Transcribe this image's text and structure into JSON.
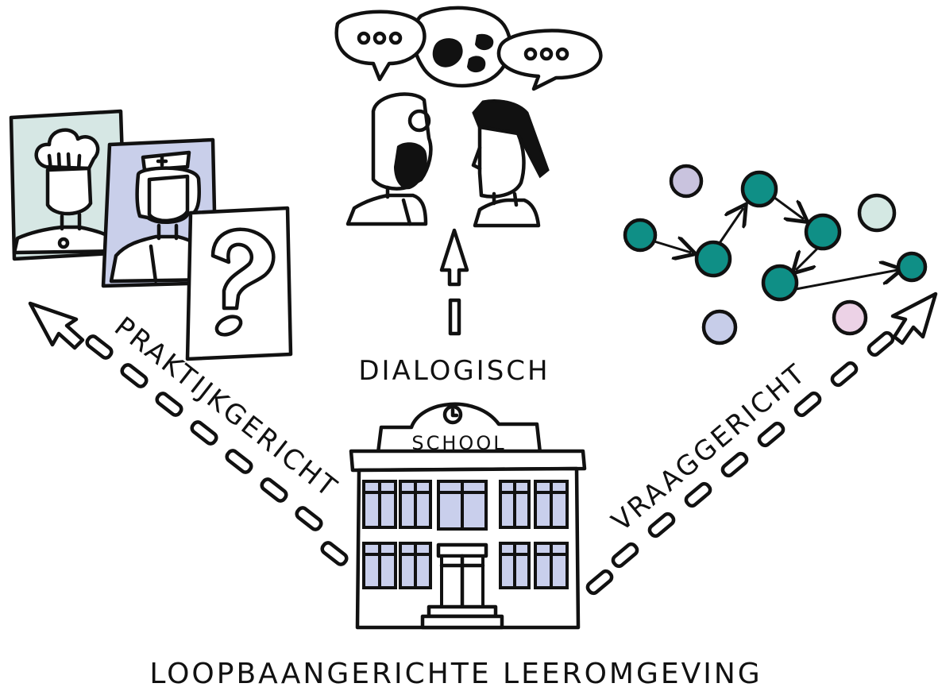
{
  "diagram": {
    "school_sign": "SCHOOL",
    "top_label": "DIALOGISCH",
    "left_label": "PRAKTIJKGERICHT",
    "right_label": "VRAAGGERICHT",
    "bottom_label": "LOOPBAANGERICHTE LEEROMGEVING",
    "speech_bubble_text": "OOO"
  },
  "colors": {
    "ink": "#111111",
    "window_fill": "#c9cfec",
    "card_chef_bg": "#d6e7e4",
    "card_nurse_bg": "#c9cfea",
    "node_teal": "#0f8f86",
    "node_lavender": "#c9c3de",
    "node_mint": "#d4e8e3",
    "node_pink": "#ecd2e6",
    "node_periwinkle": "#c7cde9"
  },
  "icons": [
    "school-building-icon",
    "chef-card-icon",
    "nurse-card-icon",
    "question-mark-card-icon",
    "two-people-talking-icon",
    "speech-bubble-icon",
    "network-graph-icon",
    "dashed-arrow-icon"
  ]
}
